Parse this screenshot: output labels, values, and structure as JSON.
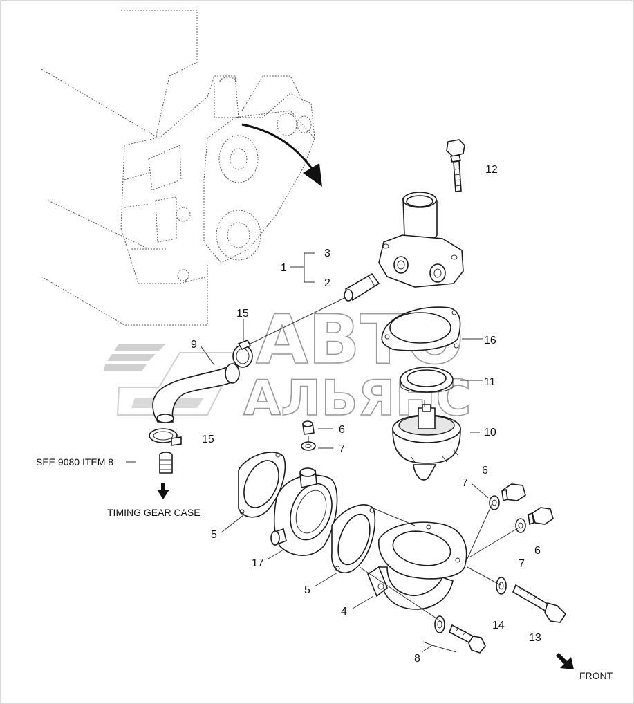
{
  "watermark": {
    "line1": "АВТО",
    "line2": "АЛЬЯНС"
  },
  "labels": {
    "l1": "1",
    "l2": "2",
    "l3": "3",
    "l4": "4",
    "l5a": "5",
    "l5b": "5",
    "l6a": "6",
    "l6b": "6",
    "l6c": "6",
    "l7a": "7",
    "l7b": "7",
    "l7c": "7",
    "l8": "8",
    "l9": "9",
    "l10": "10",
    "l11": "11",
    "l12": "12",
    "l13": "13",
    "l14": "14",
    "l15a": "15",
    "l15b": "15",
    "l16": "16",
    "l17": "17"
  },
  "notes": {
    "see_ref": "SEE 9080 ITEM 8",
    "timing": "TIMING GEAR CASE",
    "front": "FRONT"
  }
}
